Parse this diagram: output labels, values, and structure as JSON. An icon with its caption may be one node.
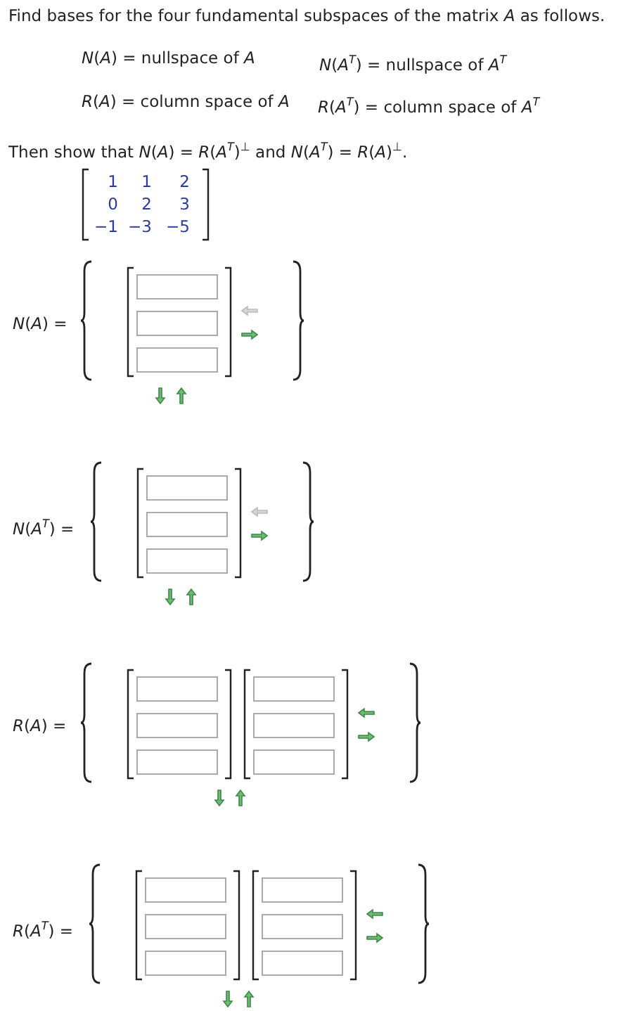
{
  "diagram": {
    "labels": [
      "Find bases for the four fundamental subspaces of the matrix *A* as follows.",
      "*N*(*A*) = nullspace of *A*",
      "*N*(*A*$^{T}$) = nullspace of *A*$^{T}$",
      "*R*(*A*) = column space of *A*",
      "*R*(*A*$^{T}$) = column space of *A*$^{T}$",
      "Then show that *N*(*A*) = *R*(*A*$^{T}$)$^{⊥}$ and *N*(*A*$^{T}$) = *R*(*A*)$^{⊥}$.",
      "1",
      "1",
      "2",
      "0",
      "2",
      "3",
      "−1",
      "−3",
      "−5",
      "*N*(*A*) =",
      "*N*(*A*$^{T}$) =",
      "*R*(*A*) =",
      "*R*(*A*$^{T}$) ="
    ]
  }
}
